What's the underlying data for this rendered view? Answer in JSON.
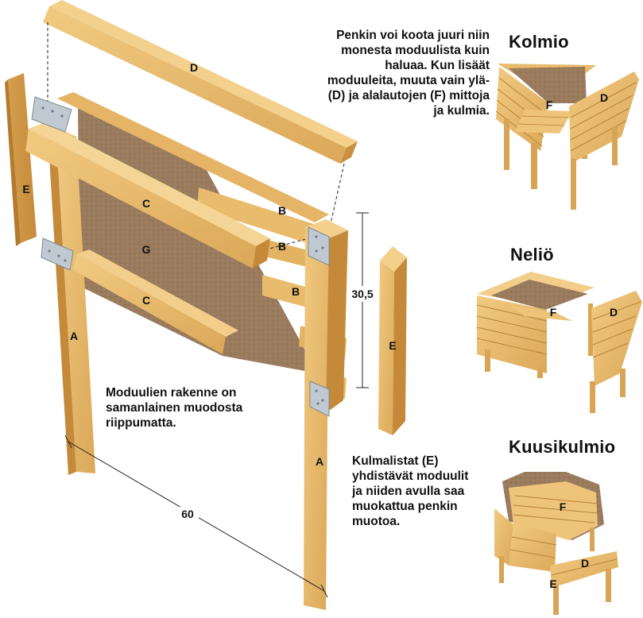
{
  "intro_text": "Penkin voi koota juuri niin monesta moduulista kuin haluaa. Kun lisäät moduuleita, muuta vain ylä- (D) ja alalautojen (F) mittoja ja kulmia.",
  "module_note": "Moduulien rakenne on samanlainen muodosta riippumatta.",
  "corner_note": "Kulmalistat (E) yhdistävät moduulit ja niiden avulla saa muokattua penkin muotoa.",
  "variants": {
    "triangle": {
      "title": "Kolmio",
      "labels": {
        "top": "F",
        "side": "D"
      }
    },
    "square": {
      "title": "Neliö",
      "labels": {
        "top": "F",
        "side": "D"
      }
    },
    "hexagon": {
      "title": "Kuusikulmio",
      "labels": {
        "top": "F",
        "side": "D",
        "corner": "E"
      }
    }
  },
  "parts": {
    "top_board": "D",
    "corner_strip_left": "E",
    "corner_strip_right": "E",
    "front_rail_upper": "C",
    "front_rail_lower": "C",
    "panel": "G",
    "slat_1": "B",
    "slat_2": "B",
    "slat_3": "B",
    "leg_left": "A",
    "leg_right": "A"
  },
  "dimensions": {
    "height": "30,5",
    "width": "60"
  },
  "colors": {
    "wood": "#e8b867",
    "wood_dark": "#c98f3c",
    "board": "#9b7d60",
    "metal": "#b9c3cc"
  }
}
